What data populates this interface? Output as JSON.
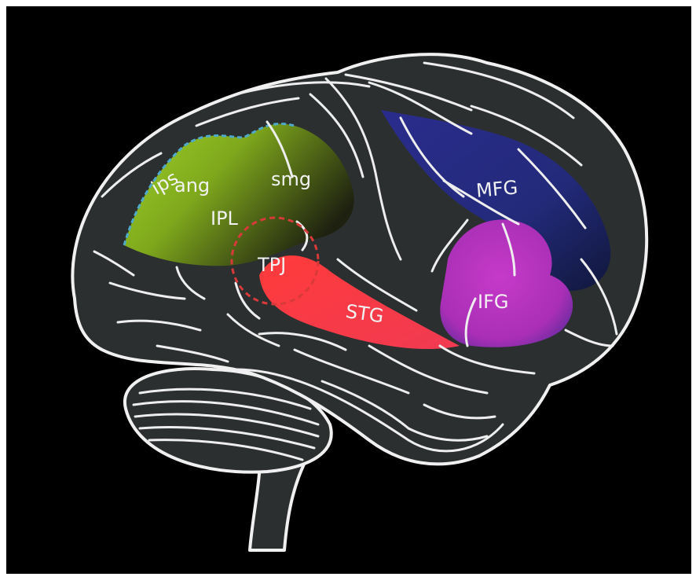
{
  "labels": {
    "ips": "ips",
    "ang": "ang",
    "smg": "smg",
    "ipl": "IPL",
    "tpj": "TPJ",
    "stg": "STG",
    "mfg": "MFG",
    "ifg": "IFG"
  },
  "colors": {
    "background": "#000000",
    "frame": "#ffffff",
    "brain_fill": "#2b2f2f",
    "outline": "#f0f0f0",
    "ipl_green": "#8fc21f",
    "stg_red": "#f2303a",
    "mfg_blue": "#2a2f8f",
    "ifg_magenta": "#c23cc8",
    "tpj_circle": "#d83a3a",
    "ips_dash": "#4fa9c9"
  }
}
